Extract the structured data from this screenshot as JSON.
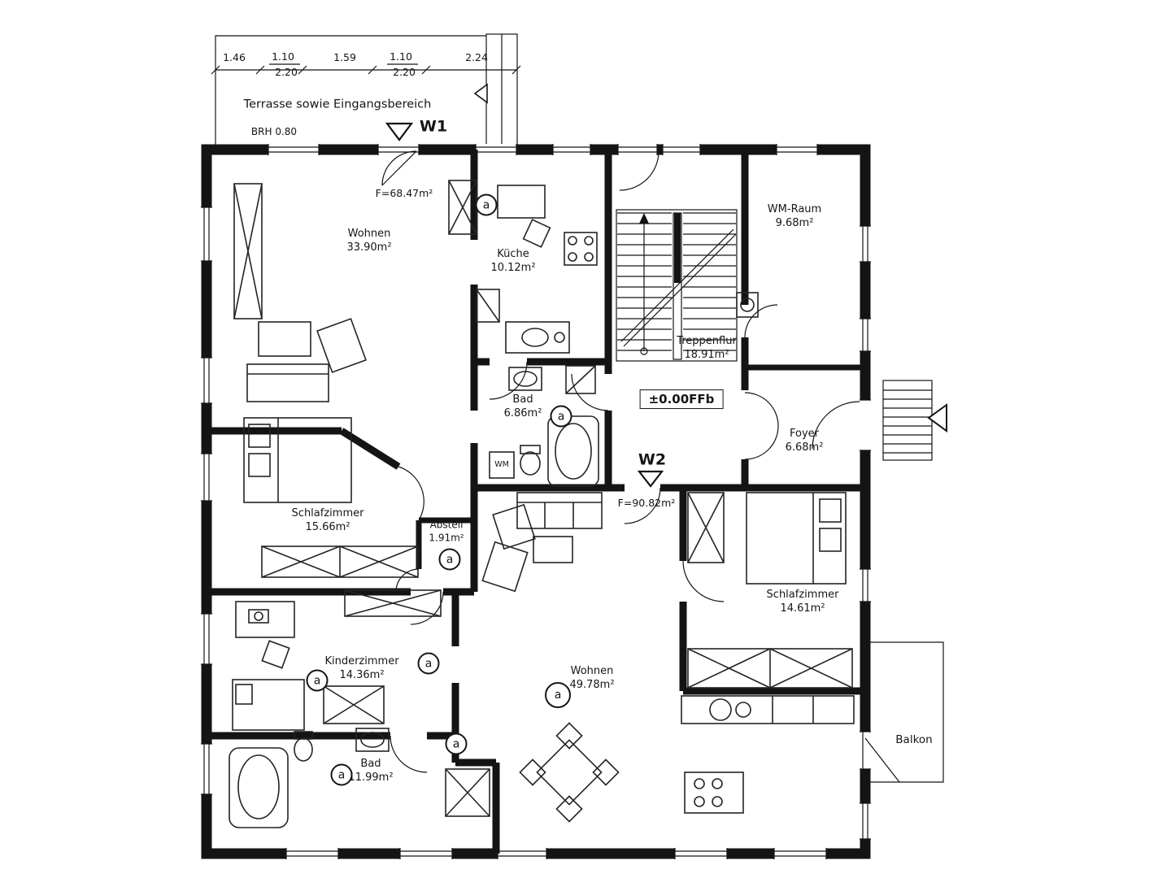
{
  "header": {
    "terrace_label": "Terrasse sowie Eingangsbereich",
    "brh": "BRH 0.80",
    "dims": {
      "d1": "1.46",
      "d2": "1.10",
      "d2b": "2.20",
      "d3": "1.59",
      "d4": "1.10",
      "d4b": "2.20",
      "d5": "2.24"
    }
  },
  "apartments": {
    "w1": {
      "label": "W1",
      "area": "F=68.47m²"
    },
    "w2": {
      "label": "W2",
      "area": "F=90.82m²"
    }
  },
  "level_marker": "±0.00FFb",
  "rooms": {
    "wohnen1": {
      "name": "Wohnen",
      "area": "33.90m²"
    },
    "kueche": {
      "name": "Küche",
      "area": "10.12m²"
    },
    "wmraum": {
      "name": "WM-Raum",
      "area": "9.68m²"
    },
    "treppenflur": {
      "name": "Treppenflur",
      "area": "18.91m²"
    },
    "bad1": {
      "name": "Bad",
      "area": "6.86m²"
    },
    "foyer": {
      "name": "Foyer",
      "area": "6.68m²"
    },
    "schlafzimmer1": {
      "name": "Schlafzimmer",
      "area": "15.66m²"
    },
    "abstell": {
      "name": "Abstell",
      "area": "1.91m²"
    },
    "schlafzimmer2": {
      "name": "Schlafzimmer",
      "area": "14.61m²"
    },
    "kinderzimmer": {
      "name": "Kinderzimmer",
      "area": "14.36m²"
    },
    "wohnen2": {
      "name": "Wohnen",
      "area": "49.78m²"
    },
    "bad2": {
      "name": "Bad",
      "area": "11.99m²"
    },
    "balkon": {
      "name": "Balkon"
    }
  },
  "markers": {
    "wm": "WM",
    "a": "a"
  }
}
